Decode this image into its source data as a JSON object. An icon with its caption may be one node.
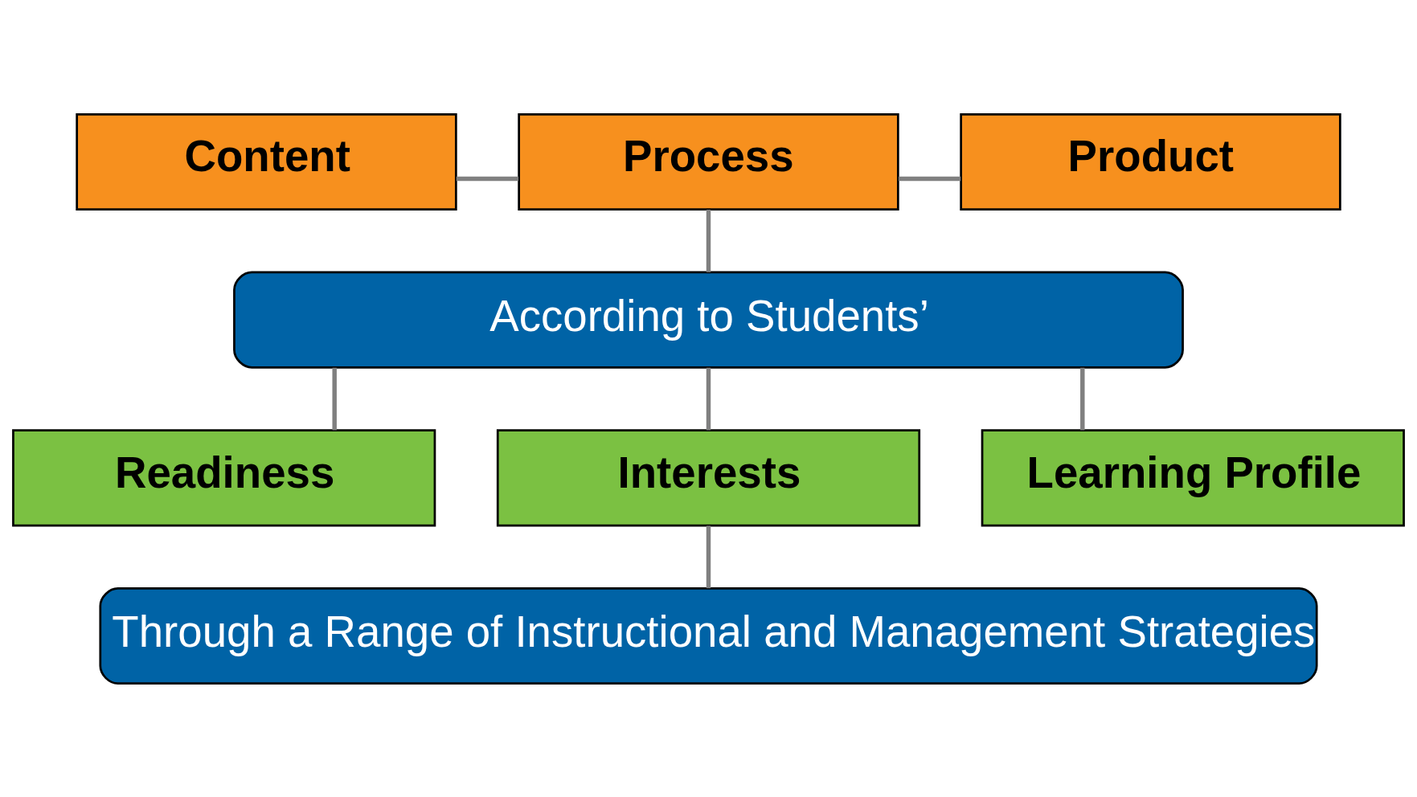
{
  "diagram": {
    "nodes": [
      {
        "text": [
          "Content"
        ]
      },
      {
        "text": [
          "Process"
        ]
      },
      {
        "text": [
          "Product"
        ]
      },
      {
        "text": [
          "According to Students’"
        ]
      },
      {
        "text": [
          "Readiness"
        ]
      },
      {
        "text": [
          "Interests"
        ]
      },
      {
        "text": [
          "Learning Profile"
        ]
      },
      {
        "text": [
          "Through a Range of Instructional and Management Strategies"
        ]
      }
    ],
    "edges": [
      {
        "from": 1,
        "to": 0,
        "arrow": "none"
      },
      {
        "from": 1,
        "to": 2,
        "arrow": "none"
      },
      {
        "from": 1,
        "to": 3,
        "arrow": "none"
      },
      {
        "from": 3,
        "to": 4,
        "arrow": "none"
      },
      {
        "from": 3,
        "to": 5,
        "arrow": "none"
      },
      {
        "from": 3,
        "to": 6,
        "arrow": "none"
      },
      {
        "from": 5,
        "to": 7,
        "arrow": "none"
      }
    ]
  }
}
